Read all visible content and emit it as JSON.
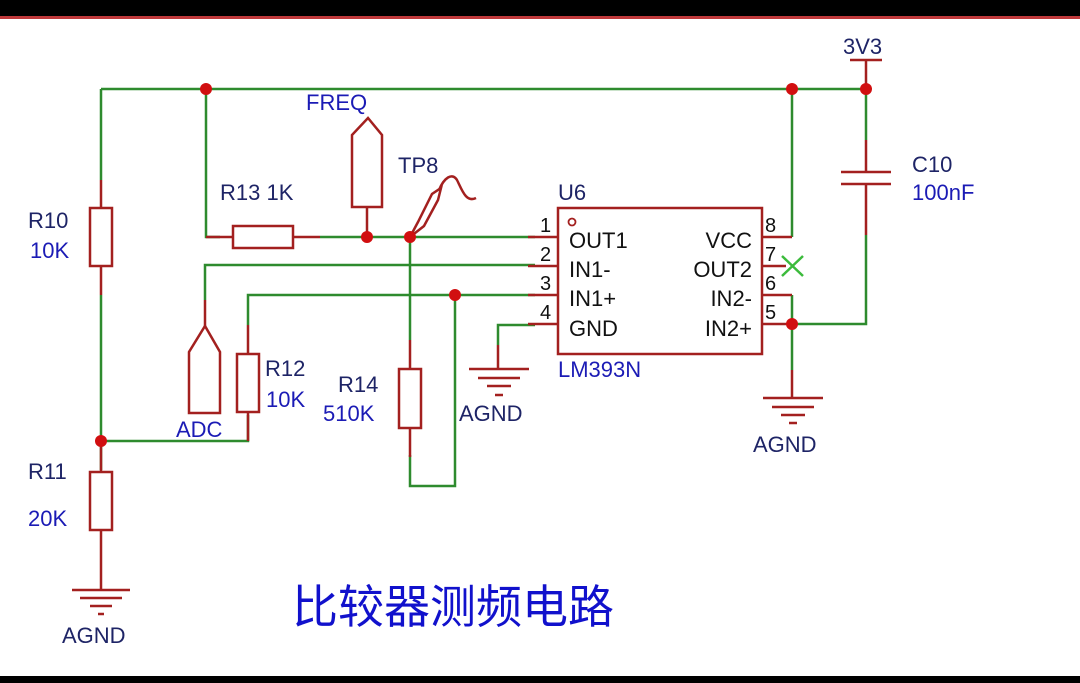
{
  "title": "比较器测频电路",
  "colors": {
    "wire": "#2e8b2e",
    "component": "#a3201f",
    "junction": "#d10f10",
    "label": "#1b1bb5",
    "designator": "#1e2466"
  },
  "power": {
    "net": "3V3"
  },
  "grounds": [
    {
      "net": "AGND",
      "location": "R11 bottom"
    },
    {
      "net": "AGND",
      "location": "U6 pin 4"
    },
    {
      "net": "AGND",
      "location": "U6 pin 5"
    }
  ],
  "components": {
    "r10": {
      "designator": "R10",
      "value": "10K"
    },
    "r11": {
      "designator": "R11",
      "value": "20K"
    },
    "r12": {
      "designator": "R12",
      "value": "10K"
    },
    "r13": {
      "designator": "R13",
      "value": "1K",
      "label": "R13 1K"
    },
    "r14": {
      "designator": "R14",
      "value": "510K"
    },
    "c10": {
      "designator": "C10",
      "value": "100nF"
    },
    "tp8": {
      "designator": "TP8"
    },
    "u6": {
      "designator": "U6",
      "part": "LM393N",
      "pins_left": [
        {
          "num": "1",
          "name": "OUT1"
        },
        {
          "num": "2",
          "name": "IN1-"
        },
        {
          "num": "3",
          "name": "IN1+"
        },
        {
          "num": "4",
          "name": "GND"
        }
      ],
      "pins_right": [
        {
          "num": "8",
          "name": "VCC"
        },
        {
          "num": "7",
          "name": "OUT2"
        },
        {
          "num": "6",
          "name": "IN2-"
        },
        {
          "num": "5",
          "name": "IN2+"
        }
      ]
    }
  },
  "net_ports": {
    "freq": "FREQ",
    "adc": "ADC"
  },
  "no_connect": {
    "pin": "7"
  }
}
